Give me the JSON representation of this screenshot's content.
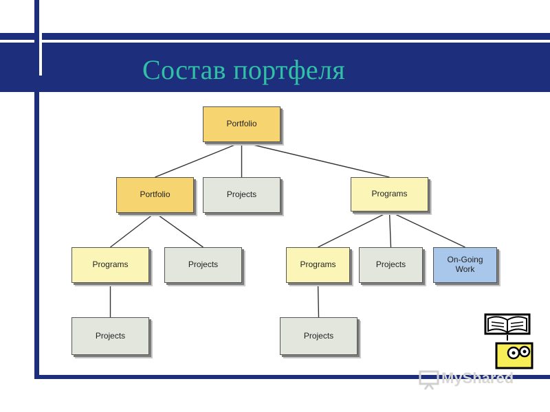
{
  "slide": {
    "title": "Состав портфеля",
    "colors": {
      "band": "#1c2e7c",
      "title": "#31c0a6",
      "portfolio": "#f6d470",
      "program": "#fbf6b8",
      "project": "#e2e6dd",
      "ongoing": "#a9c7ea"
    }
  },
  "diagram": {
    "nodes": [
      {
        "id": "portfolio-root",
        "label": "Portfolio",
        "kind": "portfolio"
      },
      {
        "id": "portfolio-sub",
        "label": "Portfolio",
        "kind": "portfolio"
      },
      {
        "id": "projects-l1",
        "label": "Projects",
        "kind": "project"
      },
      {
        "id": "programs-l1",
        "label": "Programs",
        "kind": "program"
      },
      {
        "id": "programs-l2a",
        "label": "Programs",
        "kind": "program"
      },
      {
        "id": "projects-l2a",
        "label": "Projects",
        "kind": "project"
      },
      {
        "id": "programs-l2b",
        "label": "Programs",
        "kind": "program"
      },
      {
        "id": "projects-l2b",
        "label": "Projects",
        "kind": "project"
      },
      {
        "id": "ongoing-work",
        "label": "On-Going\nWork",
        "kind": "ongoing"
      },
      {
        "id": "projects-l3a",
        "label": "Projects",
        "kind": "project"
      },
      {
        "id": "projects-l3b",
        "label": "Projects",
        "kind": "project"
      }
    ],
    "edges": [
      [
        "portfolio-root",
        "portfolio-sub"
      ],
      [
        "portfolio-root",
        "projects-l1"
      ],
      [
        "portfolio-root",
        "programs-l1"
      ],
      [
        "portfolio-sub",
        "programs-l2a"
      ],
      [
        "portfolio-sub",
        "projects-l2a"
      ],
      [
        "programs-l1",
        "programs-l2b"
      ],
      [
        "programs-l1",
        "projects-l2b"
      ],
      [
        "programs-l1",
        "ongoing-work"
      ],
      [
        "programs-l2a",
        "projects-l3a"
      ],
      [
        "programs-l2b",
        "projects-l3b"
      ]
    ]
  },
  "watermark": {
    "text": "MyShared"
  }
}
